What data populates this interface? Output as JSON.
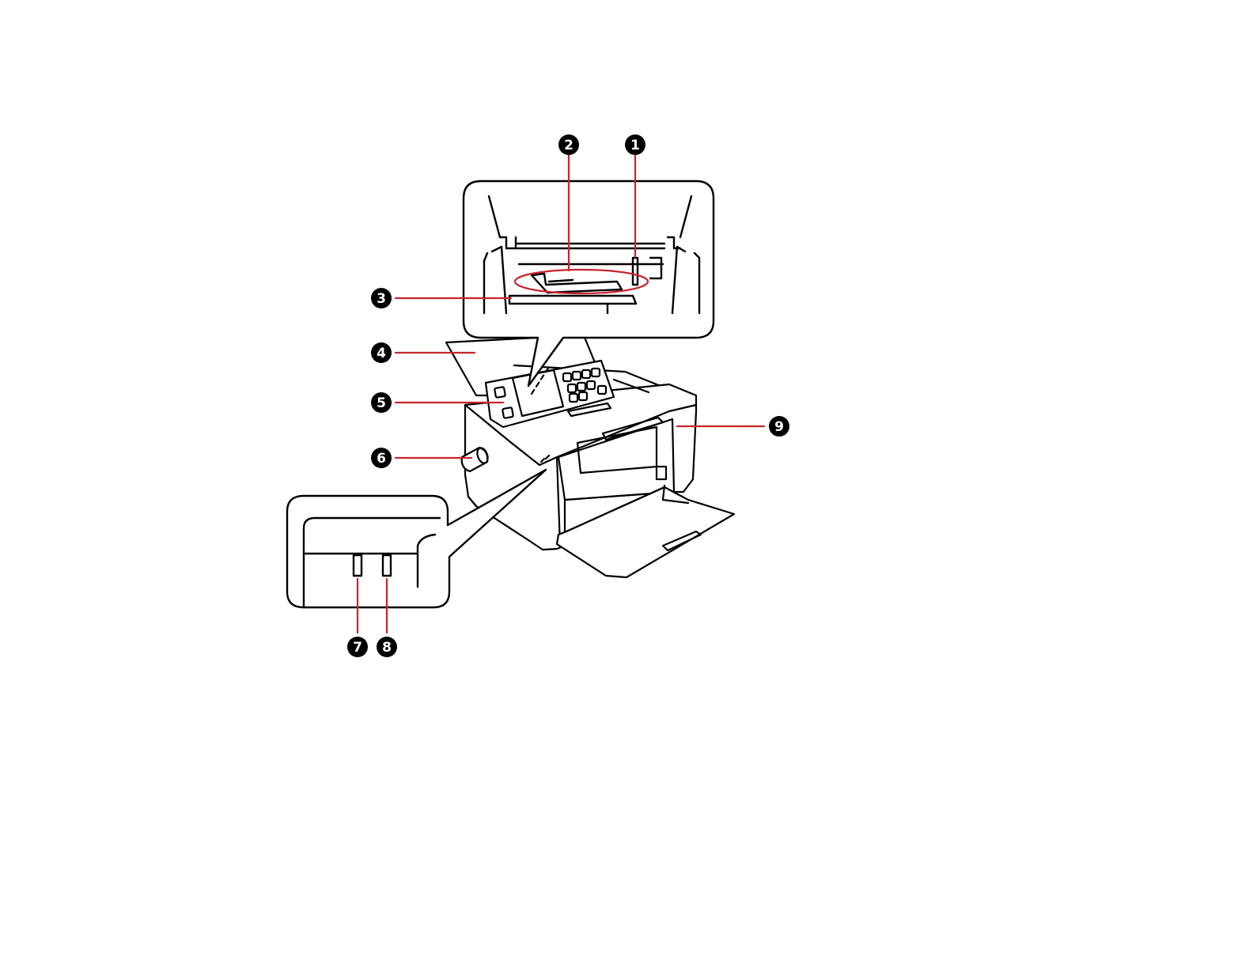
{
  "diagram": {
    "colors": {
      "outline": "#000000",
      "leader": "#c8242b",
      "background": "#ffffff"
    },
    "callouts": [
      {
        "id": "1",
        "label": "1"
      },
      {
        "id": "2",
        "label": "2"
      },
      {
        "id": "3",
        "label": "3"
      },
      {
        "id": "4",
        "label": "4"
      },
      {
        "id": "5",
        "label": "5"
      },
      {
        "id": "6",
        "label": "6"
      },
      {
        "id": "7",
        "label": "7"
      },
      {
        "id": "8",
        "label": "8"
      },
      {
        "id": "9",
        "label": "9"
      }
    ]
  }
}
